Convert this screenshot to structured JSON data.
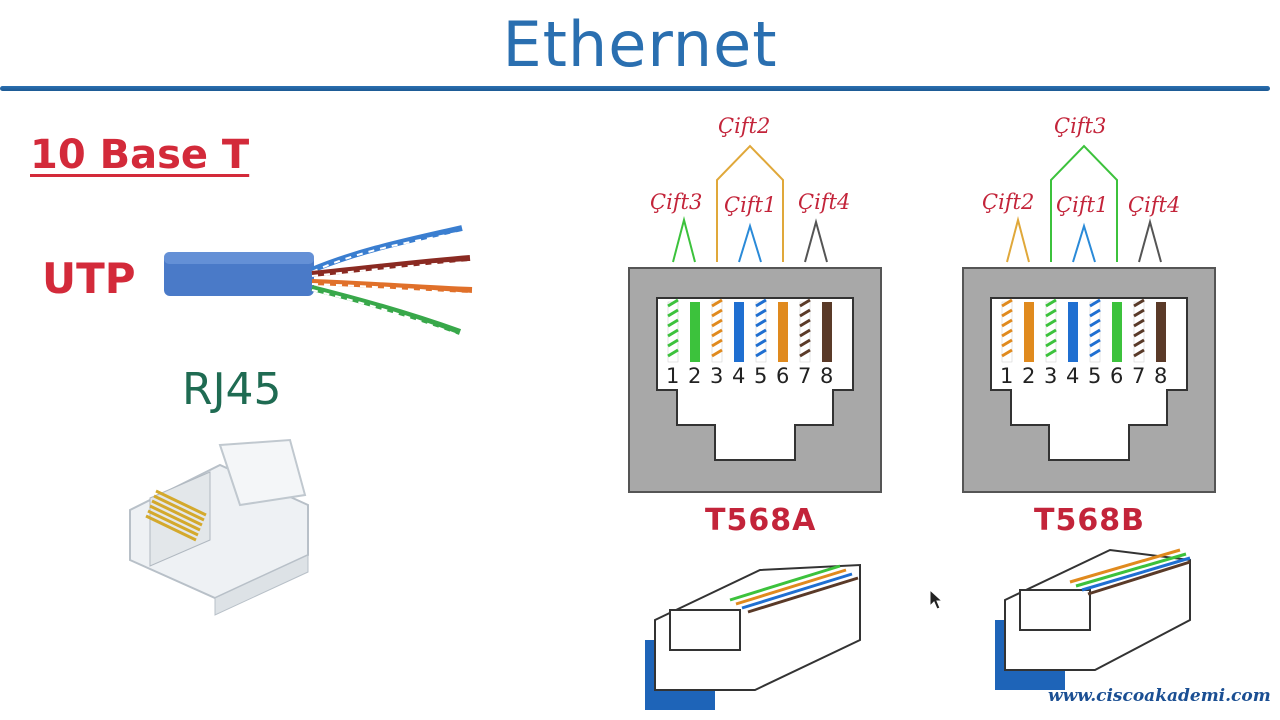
{
  "header": {
    "title": "Ethernet"
  },
  "left": {
    "standard": "10 Base T",
    "cable_label": "UTP",
    "connector_label": "RJ45"
  },
  "jacks": [
    {
      "standard": "T568A",
      "pair_top": "Çift2",
      "pair_left": "Çift3",
      "pair_mid": "Çift1",
      "pair_right": "Çift4",
      "pins": [
        "1",
        "2",
        "3",
        "4",
        "5",
        "6",
        "7",
        "8"
      ],
      "wires": [
        "#ffffff|#3cc23c",
        "#3cc23c",
        "#ffffff|#e08a1e",
        "#1f6fd1",
        "#ffffff|#1f6fd1",
        "#e08a1e",
        "#ffffff|#5a3a28",
        "#5a3a28"
      ],
      "colors": {
        "top": "#e0a83a",
        "left": "#3cc23c",
        "mid": "#2a8ad8",
        "right": "#555555"
      }
    },
    {
      "standard": "T568B",
      "pair_top": "Çift3",
      "pair_left": "Çift2",
      "pair_mid": "Çift1",
      "pair_right": "Çift4",
      "pins": [
        "1",
        "2",
        "3",
        "4",
        "5",
        "6",
        "7",
        "8"
      ],
      "wires": [
        "#ffffff|#e08a1e",
        "#e08a1e",
        "#ffffff|#3cc23c",
        "#1f6fd1",
        "#ffffff|#1f6fd1",
        "#3cc23c",
        "#ffffff|#5a3a28",
        "#5a3a28"
      ],
      "colors": {
        "top": "#3cc23c",
        "left": "#e0a83a",
        "mid": "#2a8ad8",
        "right": "#555555"
      }
    }
  ],
  "footer": {
    "website": "www.ciscoakademi.com"
  }
}
